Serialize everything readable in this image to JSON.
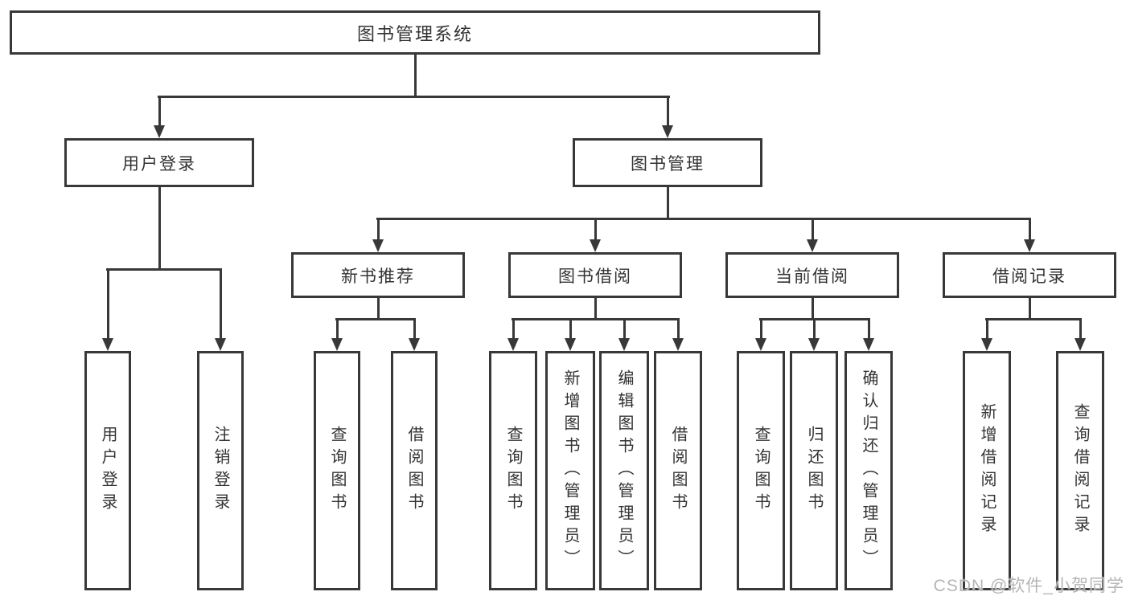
{
  "diagram": {
    "root": {
      "label": "图书管理系统"
    },
    "branches": {
      "user_login": {
        "label": "用户登录",
        "children": [
          "用户登录",
          "注销登录"
        ]
      },
      "book_management": {
        "label": "图书管理",
        "sections": {
          "new_book_recommend": {
            "label": "新书推荐",
            "children": [
              "查询图书",
              "借阅图书"
            ]
          },
          "book_borrow": {
            "label": "图书借阅",
            "children": [
              "查询图书",
              "新增图书（管理员）",
              "编辑图书（管理员）",
              "借阅图书"
            ]
          },
          "current_borrow": {
            "label": "当前借阅",
            "children": [
              "查询图书",
              "归还图书",
              "确认归还（管理员）"
            ]
          },
          "borrow_record": {
            "label": "借阅记录",
            "children": [
              "新增借阅记录",
              "查询借阅记录"
            ]
          }
        }
      }
    },
    "watermark": "CSDN @软件_小贺同学",
    "colors": {
      "line": "#383838",
      "text": "#333333",
      "watermark": "#b5b5b5"
    }
  }
}
